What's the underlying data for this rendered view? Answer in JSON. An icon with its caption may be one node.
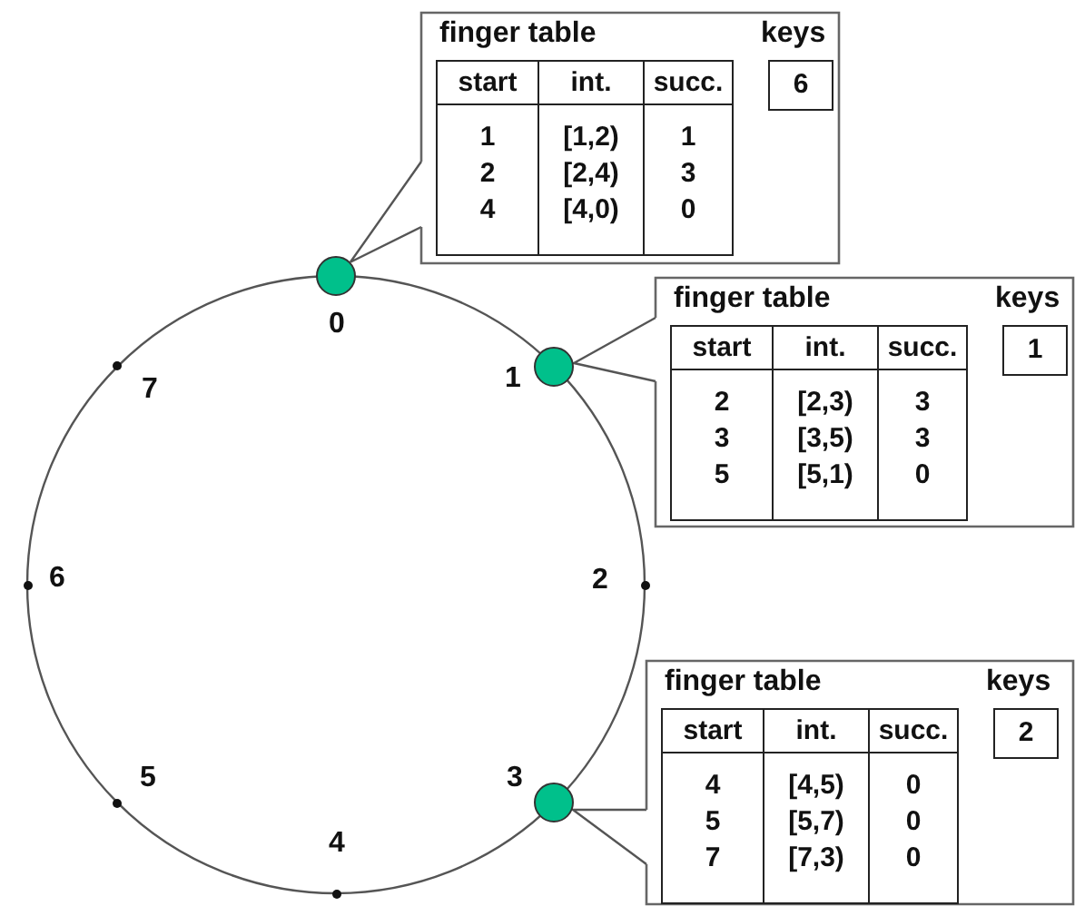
{
  "diagram": {
    "nodes": [
      {
        "text": [
          "finger table",
          "keys"
        ]
      },
      {
        "text": [
          "start",
          "int.",
          "succ.",
          "1",
          "[1,2)",
          "1",
          "2",
          "[2,4)",
          "3",
          "4",
          "[4,0)",
          "0"
        ],
        "in": 0
      },
      {
        "text": [
          "6"
        ],
        "in": 0
      },
      {
        "text": [
          "finger table",
          "keys"
        ]
      },
      {
        "text": [
          "start",
          "int.",
          "succ.",
          "2",
          "[2,3)",
          "3",
          "3",
          "[3,5)",
          "3",
          "5",
          "[5,1)",
          "0"
        ],
        "in": 3
      },
      {
        "text": [
          "1"
        ],
        "in": 3
      },
      {
        "text": [
          "finger table",
          "keys"
        ]
      },
      {
        "text": [
          "start",
          "int.",
          "succ.",
          "4",
          "[4,5)",
          "0",
          "5",
          "[5,7)",
          "0",
          "7",
          "[7,3)",
          "0"
        ],
        "in": 6
      },
      {
        "text": [
          "2"
        ],
        "in": 6
      },
      {
        "text": [],
        "shape": "circle",
        "beside": [
          "0"
        ]
      },
      {
        "text": [],
        "shape": "circle",
        "beside": [
          "1"
        ]
      },
      {
        "text": [],
        "shape": "dot",
        "beside": [
          "2"
        ]
      },
      {
        "text": [],
        "shape": "circle",
        "beside": [
          "3"
        ]
      },
      {
        "text": [],
        "shape": "dot",
        "beside": [
          "4"
        ]
      },
      {
        "text": [],
        "shape": "dot",
        "beside": [
          "5"
        ]
      },
      {
        "text": [],
        "shape": "dot",
        "beside": [
          "6"
        ]
      },
      {
        "text": [],
        "shape": "dot",
        "beside": [
          "7"
        ]
      }
    ],
    "edges": [
      {
        "from": 0,
        "to": 9,
        "arrow": "none"
      },
      {
        "from": 3,
        "to": 10,
        "arrow": "none"
      },
      {
        "from": 6,
        "to": 12,
        "arrow": "none"
      }
    ]
  }
}
